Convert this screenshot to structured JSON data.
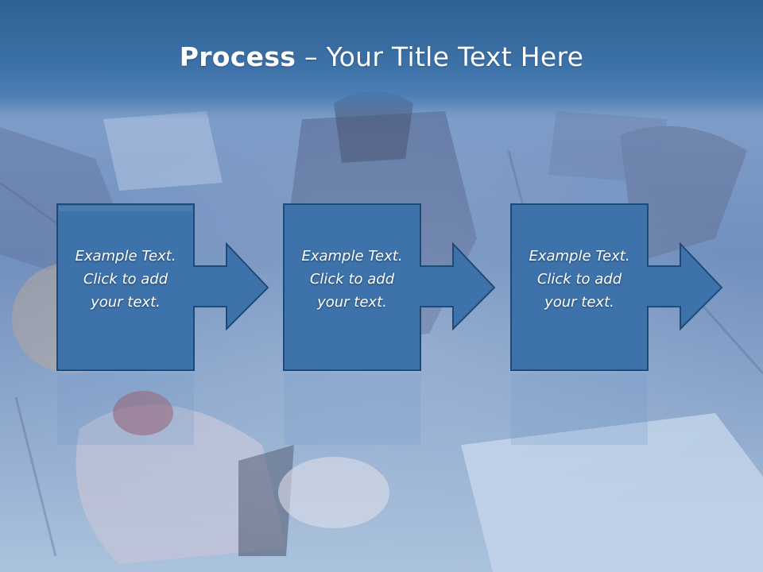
{
  "slide": {
    "title_bold": "Process",
    "title_rest": " – Your Title Text Here",
    "steps": [
      {
        "line1": "Example Text.",
        "line2": "Click  to add",
        "line3": "your text."
      },
      {
        "line1": "Example Text.",
        "line2": "Click  to add",
        "line3": "your text."
      },
      {
        "line1": "Example Text.",
        "line2": "Click  to add",
        "line3": "your text."
      }
    ]
  },
  "colors": {
    "title_bar": "#3a6ea5",
    "step_fill": "#3d72aa",
    "step_stroke": "#1f4a78",
    "text": "#ffffff"
  }
}
